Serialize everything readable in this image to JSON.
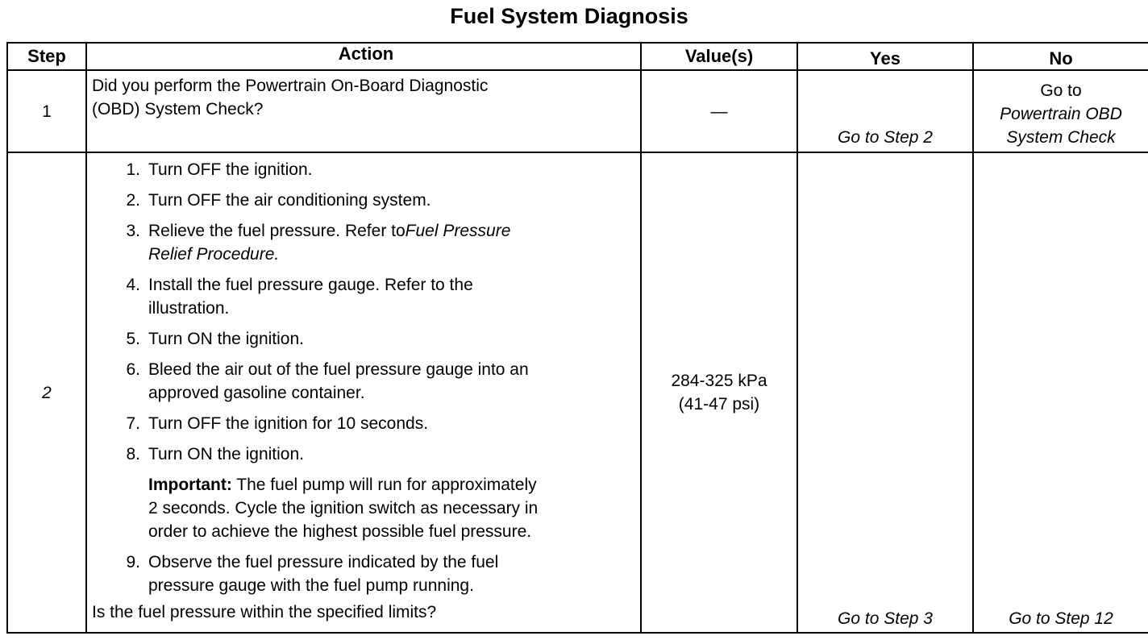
{
  "title": "Fuel System Diagnosis",
  "headers": {
    "step": "Step",
    "action": "Action",
    "values": "Value(s)",
    "yes": "Yes",
    "no": "No"
  },
  "rows": [
    {
      "step": "1",
      "action_line1": "Did you perform the Powertrain On-Board Diagnostic",
      "action_line2": "(OBD) System Check?",
      "value": "—",
      "yes": "Go to Step 2",
      "no_line1": "Go to",
      "no_line2": "Powertrain OBD",
      "no_line3": "System Check"
    },
    {
      "step": "2",
      "steps": [
        {
          "num": "1.",
          "lines": [
            "Turn OFF the ignition."
          ]
        },
        {
          "num": "2.",
          "lines": [
            "Turn OFF the air conditioning system."
          ]
        },
        {
          "num": "3.",
          "line1": "Relieve the fuel pressure. Refer to",
          "link1": "Fuel Pressure",
          "link2": "Relief Procedure."
        },
        {
          "num": "4.",
          "lines": [
            "Install the fuel pressure gauge. Refer to the",
            "illustration."
          ]
        },
        {
          "num": "5.",
          "lines": [
            "Turn ON the ignition."
          ]
        },
        {
          "num": "6.",
          "lines": [
            "Bleed the air out of the fuel pressure gauge into an",
            "approved gasoline container."
          ]
        },
        {
          "num": "7.",
          "lines": [
            "Turn OFF the ignition for 10 seconds."
          ]
        },
        {
          "num": "8.",
          "lines": [
            "Turn ON the ignition."
          ]
        },
        {
          "num": "9.",
          "lines": [
            "Observe the fuel pressure indicated by the fuel",
            "pressure gauge with the fuel pump running."
          ]
        }
      ],
      "important_label": "Important:",
      "important_line1": " The fuel pump will run for approximately",
      "important_line2": "2 seconds. Cycle the ignition switch as necessary in",
      "important_line3": "order to achieve the highest possible fuel pressure.",
      "question": "Is the fuel pressure within the specified limits?",
      "value_line1": "284-325 kPa",
      "value_line2": "(41-47 psi)",
      "yes": "Go to Step 3",
      "no": "Go to Step 12"
    }
  ]
}
